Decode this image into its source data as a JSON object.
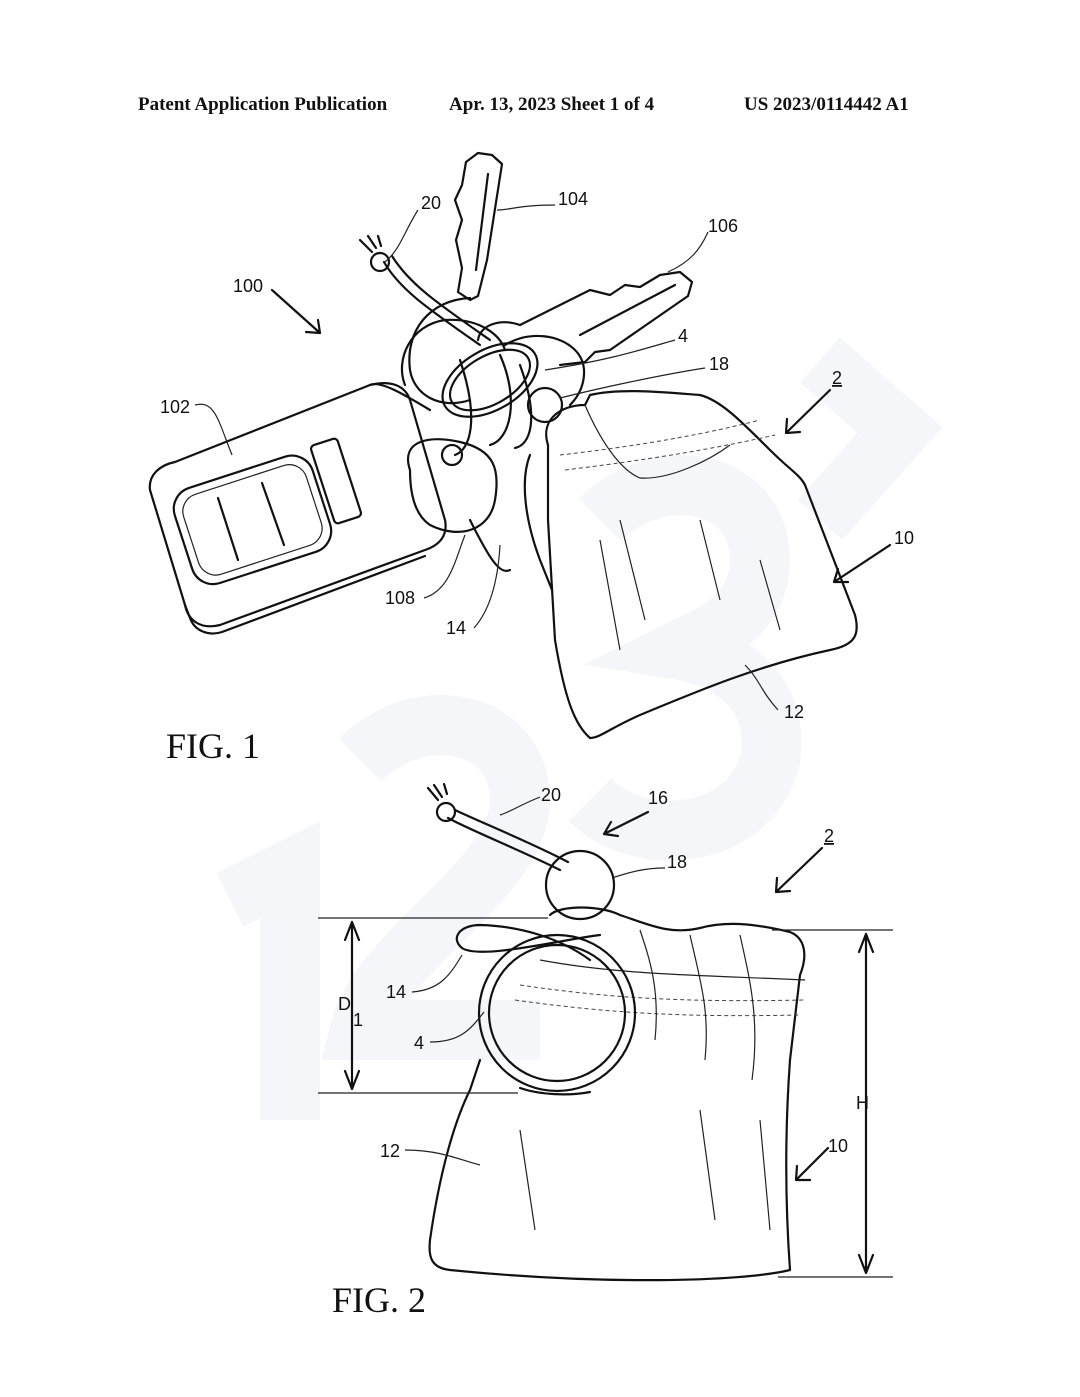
{
  "header": {
    "left": "Patent Application Publication",
    "middle": "Apr. 13, 2023  Sheet 1 of 4",
    "right": "US 2023/0114442 A1"
  },
  "fig1": {
    "caption": "FIG. 1",
    "refs": {
      "r100": "100",
      "r102": "102",
      "r104": "104",
      "r106": "106",
      "r108": "108",
      "r20": "20",
      "r4": "4",
      "r18": "18",
      "r2": "2",
      "r10": "10",
      "r12": "12",
      "r14": "14"
    }
  },
  "fig2": {
    "caption": "FIG. 2",
    "refs": {
      "r20": "20",
      "r16": "16",
      "r18": "18",
      "r2": "2",
      "r14": "14",
      "rD": "D",
      "rD_sub": "1",
      "r4": "4",
      "r12": "12",
      "rH": "H",
      "r10": "10"
    }
  }
}
